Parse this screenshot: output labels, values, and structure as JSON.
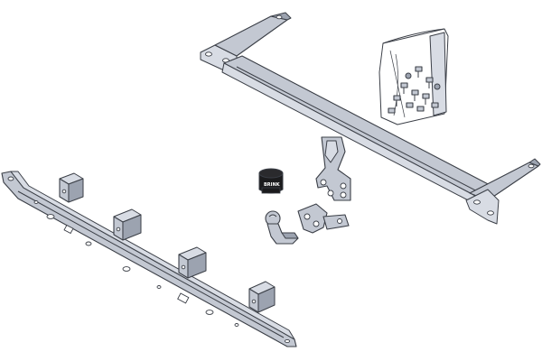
{
  "colors": {
    "metal": "#c3c8d2",
    "metal_light": "#d8dce4",
    "metal_dark": "#9ca3b0",
    "outline": "#3b3f47",
    "cap": "#1b1b1d",
    "background": "#ffffff"
  },
  "parts": [
    {
      "name": "main-crossbar"
    },
    {
      "name": "lower-perforated-beam"
    },
    {
      "name": "mounting-bracket",
      "count": 4
    },
    {
      "name": "electrical-socket-cap",
      "label": "BRINK"
    },
    {
      "name": "tow-ball-neck"
    },
    {
      "name": "ball-mounting-plate"
    },
    {
      "name": "fastener-bag"
    }
  ],
  "cap_label": "BRINK"
}
